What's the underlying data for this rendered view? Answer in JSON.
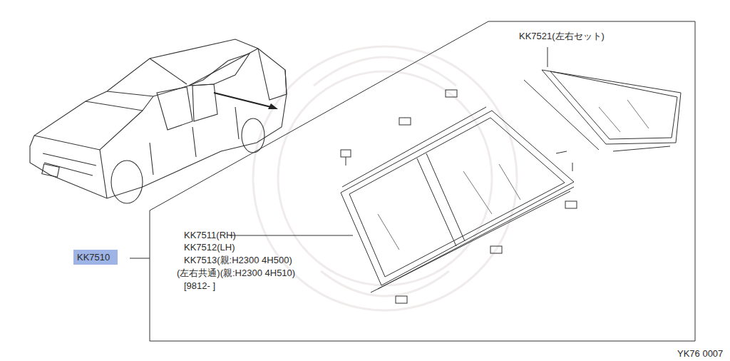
{
  "diagram": {
    "labels": [
      "KK7521(左右セット)",
      "KK7511(RH)",
      "KK7512(LH)",
      "KK7513(親:H2300 4H500)",
      "(左右共通)(親:H2300 4H510)",
      "[9812-  ]",
      "KK7510",
      "YK76 0007"
    ]
  }
}
